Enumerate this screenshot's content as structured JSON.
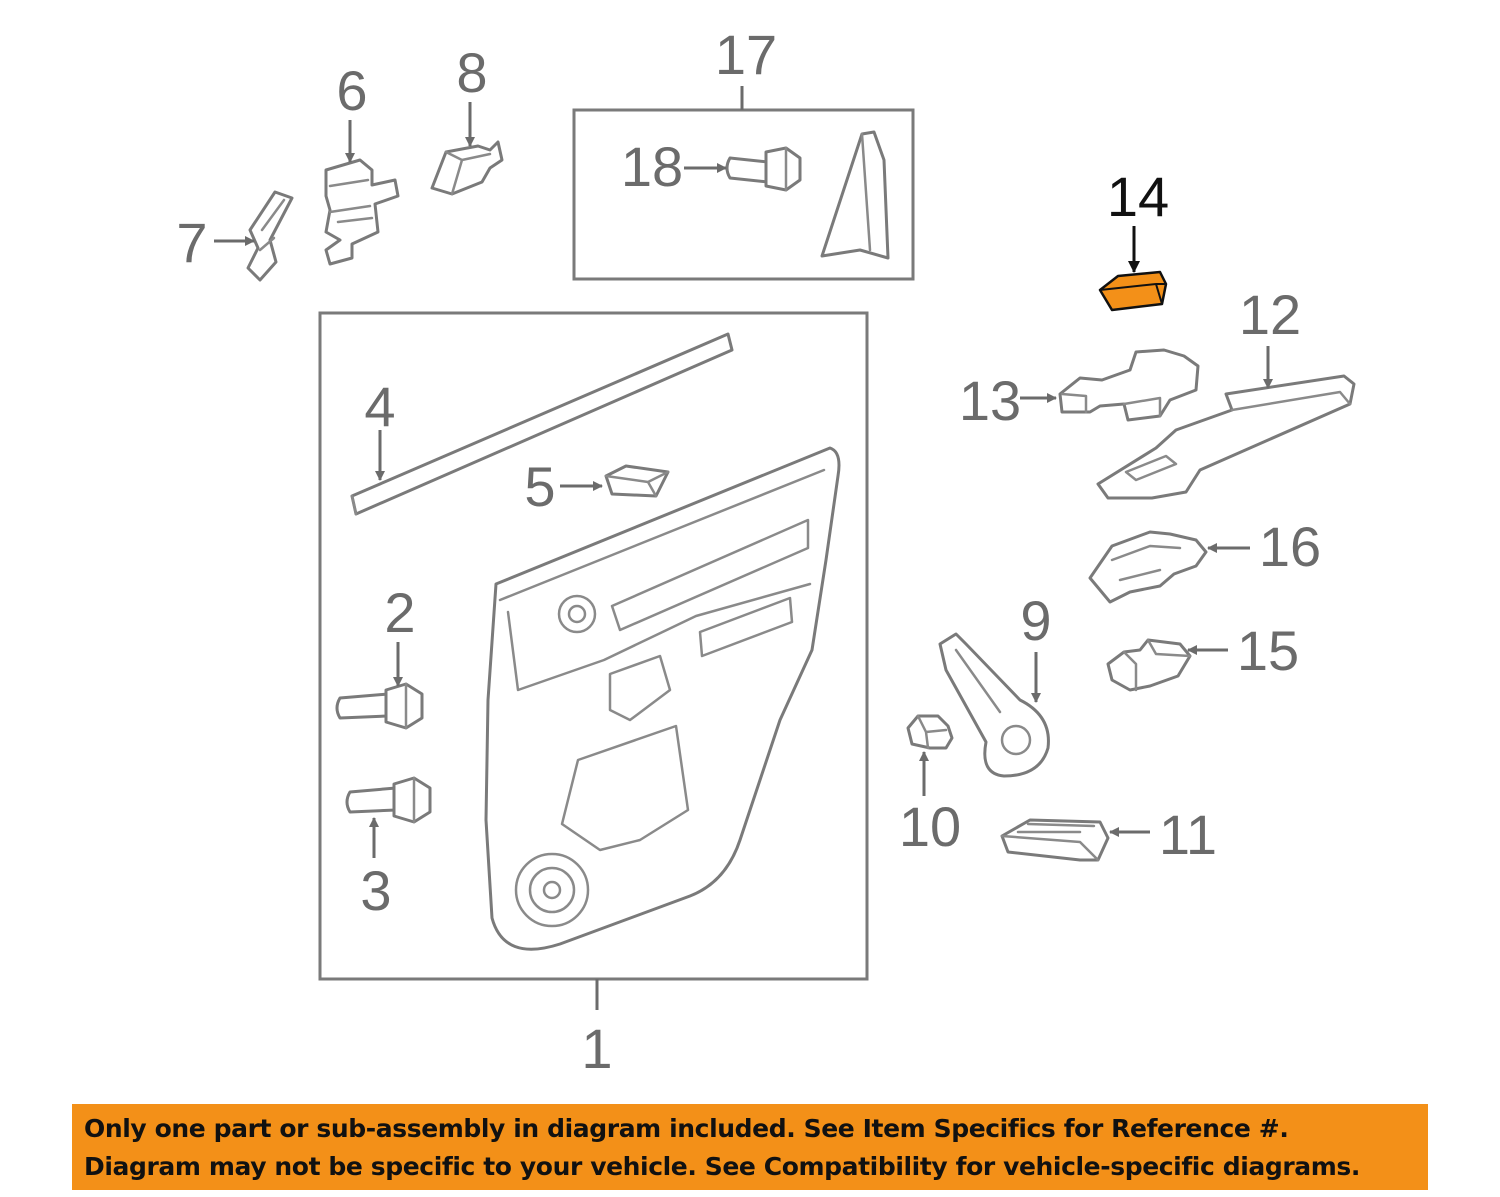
{
  "diagram": {
    "callouts": {
      "c1": "1",
      "c2": "2",
      "c3": "3",
      "c4": "4",
      "c5": "5",
      "c6": "6",
      "c7": "7",
      "c8": "8",
      "c9": "9",
      "c10": "10",
      "c11": "11",
      "c12": "12",
      "c13": "13",
      "c14": "14",
      "c15": "15",
      "c16": "16",
      "c17": "17",
      "c18": "18"
    },
    "highlighted_part": "14",
    "colors": {
      "highlight_fill": "#f39018",
      "line_gray": "#7a7a7a",
      "banner": "#f39018"
    }
  },
  "banner": {
    "line1": "Only one part or sub-assembly in diagram included. See Item Specifics for Reference #.",
    "line2": "Diagram may not be specific to your vehicle. See Compatibility for vehicle-specific diagrams."
  }
}
